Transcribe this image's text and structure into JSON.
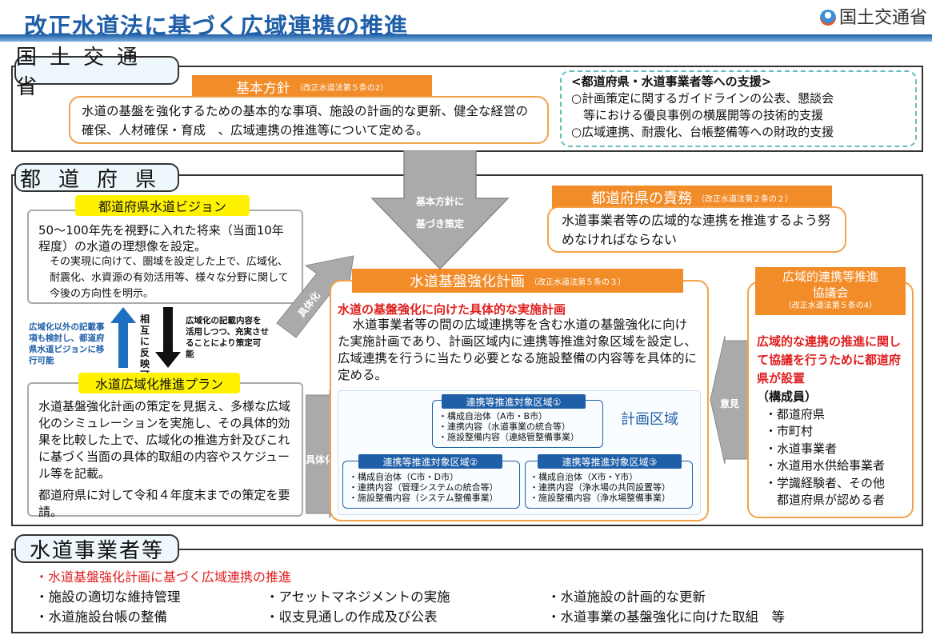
{
  "header": {
    "title": "改正水道法に基づく広域連携の推進",
    "ministry": "国土交通省"
  },
  "national": {
    "tab": "国土交通省",
    "basic_policy": {
      "label": "基本方針",
      "note": "（改正水道法第５条の2）",
      "text": "水道の基盤を強化するための基本的な事項、施設の計画的な更新、健全な経営の確保、人材確保・育成　、広域連携の推進等について定める。"
    },
    "support": {
      "title": "<都道府県・水道事業者等への支援>",
      "lines": [
        "○計画策定に関するガイドラインの公表、懇談会",
        "　等における優良事例の横展開等の技術的支援",
        "○広域連携、耐震化、台帳整備等への財政的支援"
      ]
    }
  },
  "prefecture": {
    "tab": "都道府県",
    "arrow_label": [
      "基本方針に",
      "基づき策定"
    ],
    "responsibility": {
      "label": "都道府県の責務",
      "note": "（改正水道法第２条の２）",
      "text": "水道事業者等の広域的な連携を推進するよう努めなければならない"
    },
    "vision": {
      "label": "都道府県水道ビジョン",
      "main": "50～100年先を視野に入れた将来（当面10年程度）の水道の理想像を設定。",
      "sub": "その実現に向けて、圏域を設定した上で、広域化、耐震化、水資源の有効活用等、様々な分野に関して今後の方向性を明示。"
    },
    "up_note": "広域化以外の記載事項も検討し、都道府県水道ビジョンに移行可能",
    "mutual": "相互に反映可能",
    "down_note": "広域化の記載内容を活用しつつ、充実させることにより策定可能",
    "concrete1": "具体化",
    "concrete2": "具体化",
    "plan": {
      "label": "水道広域化推進プラン",
      "text1": "水道基盤強化計画の策定を見据え、多様な広域化のシミュレーションを実施し、その具体的効果を比較した上で、広域化の推進方針及びこれに基づく当面の具体的取組の内容やスケジュール等を記載。",
      "text2": "都道府県に対して令和４年度末までの策定を要請。"
    },
    "base_plan": {
      "label": "水道基盤強化計画",
      "note": "（改正水道法第５条の３）",
      "heading": "水道の基盤強化に向けた具体的な実施計画",
      "text": "水道事業者等の間の広域連携等を含む水道の基盤強化に向けた実施計画であり、計画区域内に連携等推進対象区域を設定し、広域連携を行うに当たり必要となる施設整備の内容等を具体的に定める。",
      "area_label": "計画区域",
      "zones": [
        {
          "title": "連携等推進対象区域①",
          "items": [
            "・構成自治体（A市・B市）",
            "・連携内容（水道事業の統合等）",
            "・施設整備内容（連絡管整備事業）"
          ]
        },
        {
          "title": "連携等推進対象区域②",
          "items": [
            "・構成自治体（C市・D市）",
            "・連携内容（管理システムの統合等）",
            "・施設整備内容（システム整備事業）"
          ]
        },
        {
          "title": "連携等推進対象区域③",
          "items": [
            "・構成自治体（X市・Y市）",
            "・連携内容（浄水場の共同設置等）",
            "・施設整備内容（浄水場整備事業）"
          ]
        }
      ]
    },
    "opinion": "意見",
    "council": {
      "label1": "広域的連携等推進",
      "label2": "協議会",
      "note": "（改正水道法第５条の4）",
      "red": "広域的な連携の推進に関して協議を行うために都道府県が設置",
      "members_title": "（構成員）",
      "members": [
        "・都道府県",
        "・市町村",
        "・水道事業者",
        "・水道用水供給事業者",
        "・学識経験者、その他",
        "　都道府県が認める者"
      ]
    }
  },
  "utilities": {
    "tab": "水道事業者等",
    "red_item": "・水道基盤強化計画に基づく広域連携の推進",
    "rows": [
      [
        "・施設の適切な維持管理",
        "・アセットマネジメントの実施",
        "・水道施設の計画的な更新"
      ],
      [
        "・水道施設台帳の整備",
        "・収支見通しの作成及び公表",
        "・水道事業の基盤強化に向けた取組　等"
      ]
    ]
  },
  "colors": {
    "blue": "#1f5fa8",
    "orange": "#f28c28",
    "red": "#e02020",
    "yellow": "#fff200"
  }
}
